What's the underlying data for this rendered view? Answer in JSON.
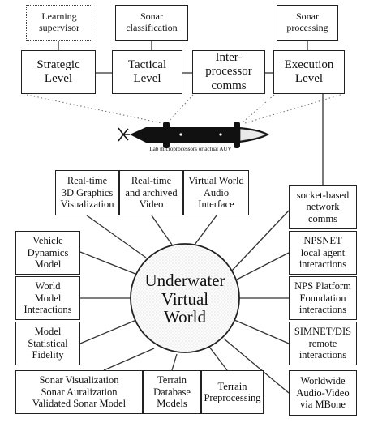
{
  "top_row": {
    "learning_supervisor": "Learning\nsupervisor",
    "sonar_classification": "Sonar\nclassification",
    "sonar_processing": "Sonar\nprocessing"
  },
  "levels": {
    "strategic": "Strategic\nLevel",
    "tactical": "Tactical\nLevel",
    "interprocessor": "Inter-\nprocessor\ncomms",
    "execution": "Execution\nLevel"
  },
  "auv_caption": "Lab microprocessors or actual AUV",
  "center": "Underwater\nVirtual\nWorld",
  "upper_row": {
    "graphics": "Real-time\n3D Graphics\nVisualization",
    "video": "Real-time\nand archived\nVideo",
    "audio": "Virtual World\nAudio\nInterface"
  },
  "left_column": {
    "vehicle_dynamics": "Vehicle\nDynamics\nModel",
    "world_model": "World\nModel\nInteractions",
    "statistical": "Model\nStatistical\nFidelity"
  },
  "bottom_row": {
    "sonar": "Sonar Visualization\nSonar Auralization\nValidated Sonar Model",
    "terrain_db": "Terrain\nDatabase\nModels",
    "terrain_pre": "Terrain\nPreprocessing"
  },
  "right_column": {
    "socket": "socket-based\nnetwork\ncomms",
    "npsnet": "NPSNET\nlocal agent\ninteractions",
    "nps_platform": "NPS Platform\nFoundation\ninteractions",
    "simnet": "SIMNET/DIS\nremote\ninteractions",
    "worldwide": "Worldwide\nAudio-Video\nvia MBone"
  }
}
